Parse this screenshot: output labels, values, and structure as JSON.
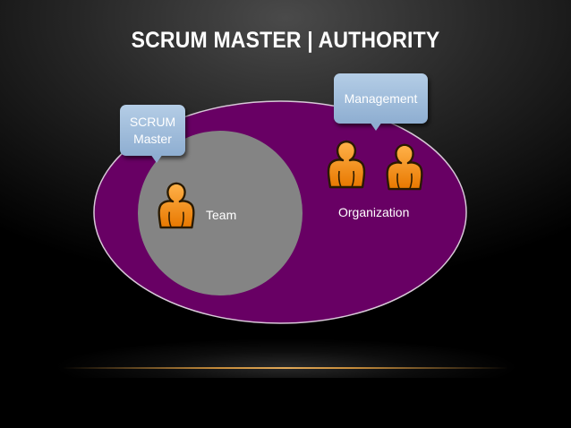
{
  "title": "SCRUM MASTER | AUTHORITY",
  "callouts": {
    "scrum_master_line1": "SCRUM",
    "scrum_master_line2": "Master",
    "management": "Management"
  },
  "labels": {
    "team": "Team",
    "organization": "Organization"
  },
  "colors": {
    "background": "#000000",
    "organization_ellipse": "#680064",
    "team_circle": "#848484",
    "callout": "#9fbcdc",
    "person_icon": "#f28c0f",
    "floor_line": "#c58b3a"
  },
  "icons": [
    "person-icon",
    "person-icon",
    "person-icon"
  ]
}
